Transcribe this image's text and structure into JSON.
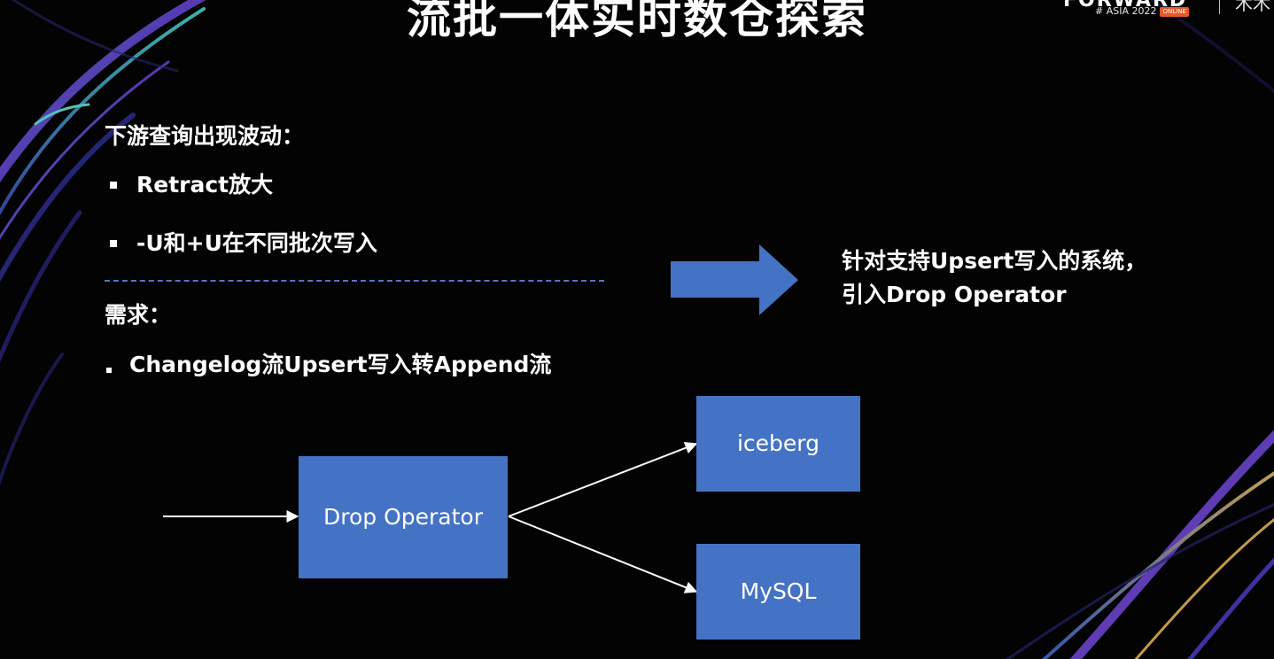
{
  "slide": {
    "title": "流批一体实时数仓探索",
    "brand": {
      "name": "FORWARD",
      "subtitle": "# ASIA 2022",
      "badge": "ONLINE",
      "logo": "木木"
    }
  },
  "problem": {
    "heading": "下游查询出现波动：",
    "bullets": [
      "Retract放大",
      "-U和+U在不同批次写入"
    ]
  },
  "requirement": {
    "heading": "需求：",
    "bullets": [
      "Changelog流Upsert写入转Append流"
    ]
  },
  "solution": {
    "lines": [
      "针对支持Upsert写入的系统，",
      "引入Drop Operator"
    ]
  },
  "diagram": {
    "nodes": {
      "drop_operator": "Drop Operator",
      "iceberg": "iceberg",
      "mysql": "MySQL"
    },
    "box_color": "#4472c4",
    "edges": [
      {
        "from": "input",
        "to": "drop_operator"
      },
      {
        "from": "drop_operator",
        "to": "iceberg"
      },
      {
        "from": "drop_operator",
        "to": "mysql"
      }
    ]
  },
  "colors": {
    "background": "#030303",
    "accent_blue": "#4472c4",
    "divider": "#4f77c6",
    "text": "#ffffff"
  },
  "icons": {
    "big_arrow": "right-arrow-icon"
  }
}
